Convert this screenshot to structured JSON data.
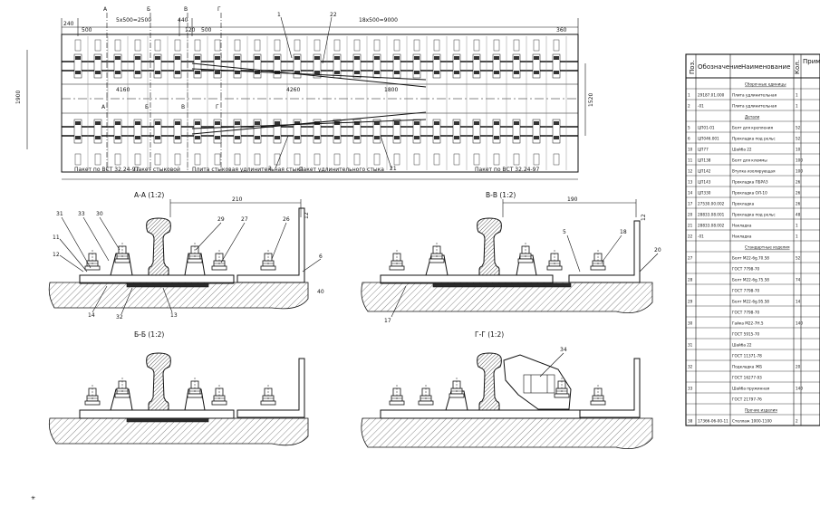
{
  "plan": {
    "section_markers": [
      "А",
      "Б",
      "В",
      "Г"
    ],
    "dim_top": [
      "240",
      "500",
      "5x500=2500",
      "440",
      "120",
      "500",
      "18x500=9000",
      "360"
    ],
    "dim_mid": [
      "4160",
      "4260",
      "1800"
    ],
    "dim_side": [
      "1900",
      "1520"
    ],
    "callouts": [
      "1",
      "22",
      "2",
      "21"
    ],
    "bottom_captions": [
      "Пакет по ВСТ 32.24-97",
      "Пакет стыковой",
      "Плита стыковая удлинительная стыка",
      "Пакет удлинительного стыка",
      "Пакет по ВСТ 32.24-97"
    ]
  },
  "sections": {
    "aa": {
      "title": "А-А (1:2)",
      "dim": "210",
      "dim_right": "12",
      "dim_small": "40",
      "callouts": [
        "31",
        "33",
        "30",
        "11",
        "12",
        "29",
        "27",
        "26",
        "6",
        "14",
        "32",
        "13"
      ]
    },
    "vv": {
      "title": "В-В (1:2)",
      "dim": "190",
      "dim_right": "12",
      "callouts": [
        "5",
        "18",
        "20",
        "17"
      ]
    },
    "bb": {
      "title": "Б-Б (1:2)"
    },
    "gg": {
      "title": "Г-Г (1:2)",
      "callouts": [
        "34"
      ]
    }
  },
  "spec": {
    "headers": [
      "Поз.",
      "Обозначение",
      "Наименование",
      "Кол.",
      "Примечание"
    ],
    "rows": [
      {
        "pos": "",
        "code": "",
        "name": "Сборочные единицы",
        "qty": "",
        "section": true
      },
      {
        "pos": "1",
        "code": "29187.01.000",
        "name": "Плита удлинительная",
        "qty": "1"
      },
      {
        "pos": "2",
        "code": "-01",
        "name": "Плита удлинительная",
        "qty": "1"
      },
      {
        "pos": "",
        "code": "",
        "name": "Детали",
        "qty": "",
        "section": true
      },
      {
        "pos": "5",
        "code": "ЦП01-01",
        "name": "Болт для крепления",
        "qty": "52"
      },
      {
        "pos": "6",
        "code": "ЦП046.001",
        "name": "Прокладка под рельс",
        "qty": "52"
      },
      {
        "pos": "10",
        "code": "ЦП77",
        "name": "Шайба 22",
        "qty": "10"
      },
      {
        "pos": "11",
        "code": "ЦП138",
        "name": "Болт для клеммы",
        "qty": "100"
      },
      {
        "pos": "12",
        "code": "ЦП142",
        "name": "Втулка изолирующая",
        "qty": "100"
      },
      {
        "pos": "13",
        "code": "ЦП143",
        "name": "Прокладка ПБРАЗ",
        "qty": "26"
      },
      {
        "pos": "14",
        "code": "ЦП330",
        "name": "Прокладка ОЛ-10",
        "qty": "26"
      },
      {
        "pos": "17",
        "code": "27530.00.002",
        "name": "Прокладка",
        "qty": "26"
      },
      {
        "pos": "20",
        "code": "28833.08.001",
        "name": "Прокладка под рельс",
        "qty": "48"
      },
      {
        "pos": "21",
        "code": "28833.08.002",
        "name": "Накладка",
        "qty": "1"
      },
      {
        "pos": "22",
        "code": "-01",
        "name": "Накладка",
        "qty": "1"
      },
      {
        "pos": "",
        "code": "",
        "name": "Стандартные изделия",
        "qty": "",
        "section": true
      },
      {
        "pos": "27",
        "code": "",
        "name": "Болт М22-6g.70.58",
        "qty": "52"
      },
      {
        "pos": "",
        "code": "",
        "name": "ГОСТ 7798-70",
        "qty": ""
      },
      {
        "pos": "28",
        "code": "",
        "name": "Болт М22-6g.75.58",
        "qty": "74"
      },
      {
        "pos": "",
        "code": "",
        "name": "ГОСТ 7798-70",
        "qty": ""
      },
      {
        "pos": "29",
        "code": "",
        "name": "Болт М22-6g.95.58",
        "qty": "14"
      },
      {
        "pos": "",
        "code": "",
        "name": "ГОСТ 7798-70",
        "qty": ""
      },
      {
        "pos": "30",
        "code": "",
        "name": "Гайка М22-7Н.5",
        "qty": "140"
      },
      {
        "pos": "",
        "code": "",
        "name": "ГОСТ 5915-70",
        "qty": ""
      },
      {
        "pos": "31",
        "code": "",
        "name": "Шайба 22",
        "qty": ""
      },
      {
        "pos": "",
        "code": "",
        "name": "ГОСТ 11371-78",
        "qty": ""
      },
      {
        "pos": "32",
        "code": "",
        "name": "Подкладка ЖБ",
        "qty": "20"
      },
      {
        "pos": "",
        "code": "",
        "name": "ГОСТ 16277-93",
        "qty": ""
      },
      {
        "pos": "33",
        "code": "",
        "name": "Шайба пружинная",
        "qty": "140"
      },
      {
        "pos": "",
        "code": "",
        "name": "ГОСТ 21797-76",
        "qty": ""
      },
      {
        "pos": "",
        "code": "",
        "name": "Прочие изделия",
        "qty": "",
        "section": true
      },
      {
        "pos": "38",
        "code": "17366-06-00-11",
        "name": "Стеллаж 1000-1100",
        "qty": "2"
      }
    ]
  }
}
